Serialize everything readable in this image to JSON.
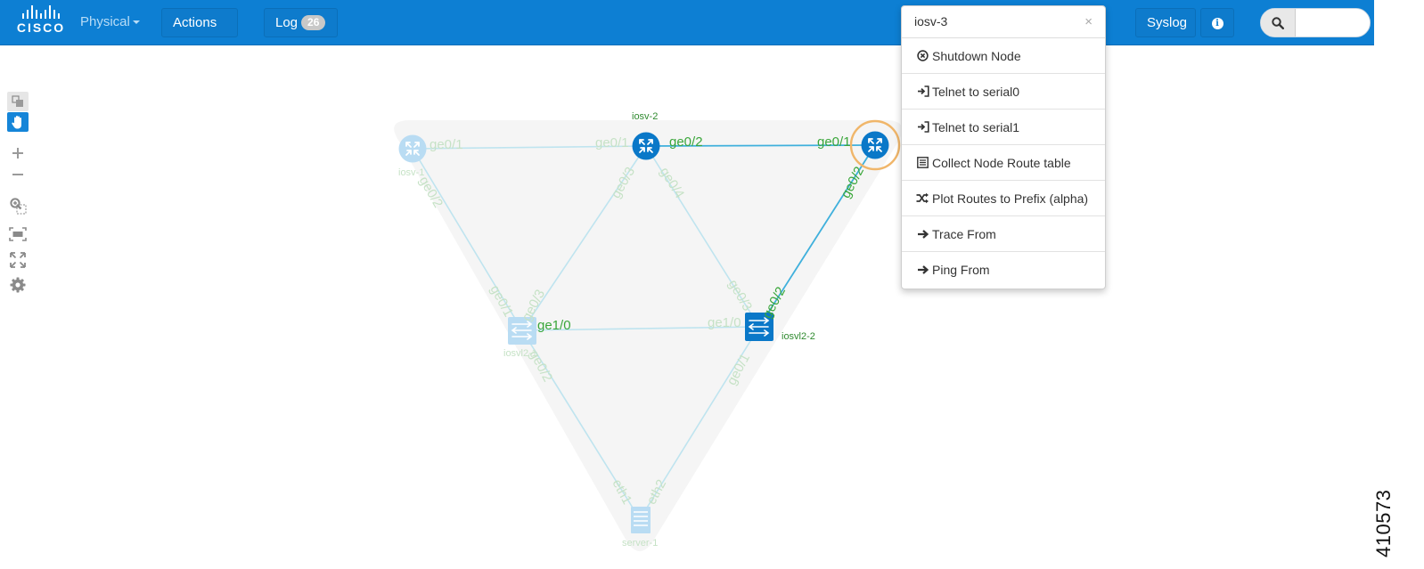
{
  "navbar": {
    "logo_text": "CISCO",
    "view_label": "Physical",
    "actions_label": "Actions",
    "log_label": "Log",
    "log_count": "26",
    "syslog_label": "Syslog",
    "search_placeholder": ""
  },
  "topology": {
    "nodes": {
      "iosv_1": "iosv-1",
      "iosv_2": "iosv-2",
      "iosv_3": "iosv-3",
      "iosvl2_1": "iosvl2-1",
      "iosvl2_2": "iosvl2-2",
      "server_1": "server-1"
    },
    "interfaces": {
      "iosv1_ge01": "ge0/1",
      "iosv1_ge02": "ge0/2",
      "iosv2_ge01": "ge0/1",
      "iosv2_ge02": "ge0/2",
      "iosv2_ge03": "ge0/3",
      "iosv2_ge04": "ge0/4",
      "iosv3_ge01": "ge0/1",
      "iosv3_ge02": "ge0/2",
      "l21_ge01": "ge0/1",
      "l21_ge03": "ge0/3",
      "l21_ge10": "ge1/0",
      "l21_ge02": "ge0/2",
      "l22_ge10": "ge1/0",
      "l22_ge03": "ge0/3",
      "l22_ge02": "ge0/2",
      "l22_ge01": "ge0/1",
      "srv_eth1": "eth1",
      "srv_eth2": "eth2"
    }
  },
  "context_menu": {
    "title": "iosv-3",
    "close": "×",
    "items": [
      {
        "label": "Shutdown Node",
        "icon": "circle-x-icon"
      },
      {
        "label": "Telnet to serial0",
        "icon": "sign-in-icon"
      },
      {
        "label": "Telnet to serial1",
        "icon": "sign-in-icon"
      },
      {
        "label": "Collect Node Route table",
        "icon": "list-icon"
      },
      {
        "label": "Plot Routes to Prefix (alpha)",
        "icon": "shuffle-icon"
      },
      {
        "label": "Trace From",
        "icon": "arrow-right-icon"
      },
      {
        "label": "Ping From",
        "icon": "arrow-right-icon"
      }
    ]
  },
  "figure_id": "410573",
  "colors": {
    "navbar": "#0d7fd3",
    "node_active": "#0a78c8",
    "node_faded": "#b9dcf3",
    "link_active": "#3fb0dc",
    "link_faded": "#bfe4ef",
    "label_active": "#3aa63a",
    "selection_ring": "#f0b66a"
  }
}
